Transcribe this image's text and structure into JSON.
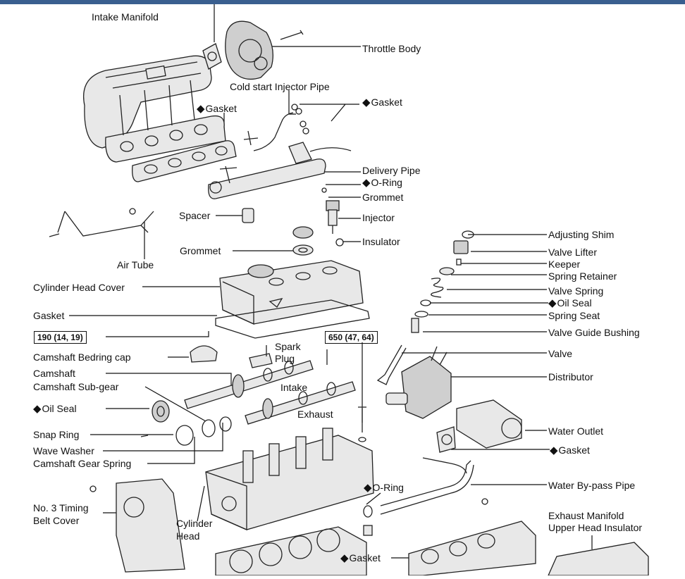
{
  "diagram": {
    "labels": {
      "intake_manifold": "Intake Manifold",
      "throttle_body": "Throttle Body",
      "cold_start_injector_pipe": "Cold start Injector Pipe",
      "gasket_top_right": "Gasket",
      "gasket_manifold": "Gasket",
      "delivery_pipe": "Delivery Pipe",
      "o_ring_top": "O-Ring",
      "grommet_injector": "Grommet",
      "injector": "Injector",
      "spacer": "Spacer",
      "insulator": "Insulator",
      "air_tube": "Air Tube",
      "grommet_cover": "Grommet",
      "cylinder_head_cover": "Cylinder Head Cover",
      "gasket_cover": "Gasket",
      "torque_bedring": "190 (14, 19)",
      "torque_head": "650 (47, 64)",
      "camshaft_bedring_cap": "Camshaft Bedring cap",
      "spark_plug_1": "Spark",
      "spark_plug_2": "Plug",
      "camshaft": "Camshaft",
      "intake": "Intake",
      "camshaft_sub_gear": "Camshaft Sub-gear",
      "exhaust": "Exhaust",
      "oil_seal_left": "Oil Seal",
      "snap_ring": "Snap Ring",
      "wave_washer": "Wave Washer",
      "camshaft_gear_spring": "Camshaft Gear Spring",
      "timing_belt_cover_1": "No. 3 Timing",
      "timing_belt_cover_2": "Belt Cover",
      "cylinder_head_1": "Cylinder",
      "cylinder_head_2": "Head",
      "o_ring_bottom": "O-Ring",
      "gasket_bottom": "Gasket",
      "adjusting_shim": "Adjusting Shim",
      "valve_lifter": "Valve Lifter",
      "keeper": "Keeper",
      "spring_retainer": "Spring Retainer",
      "valve_spring": "Valve Spring",
      "oil_seal_valve": "Oil Seal",
      "spring_seat": "Spring Seat",
      "valve_guide_bushing": "Valve Guide Bushing",
      "valve": "Valve",
      "distributor": "Distributor",
      "water_outlet": "Water Outlet",
      "gasket_water": "Gasket",
      "water_bypass_pipe": "Water By-pass Pipe",
      "exhaust_manifold_1": "Exhaust Manifold",
      "exhaust_manifold_2": "Upper Head Insulator"
    }
  }
}
